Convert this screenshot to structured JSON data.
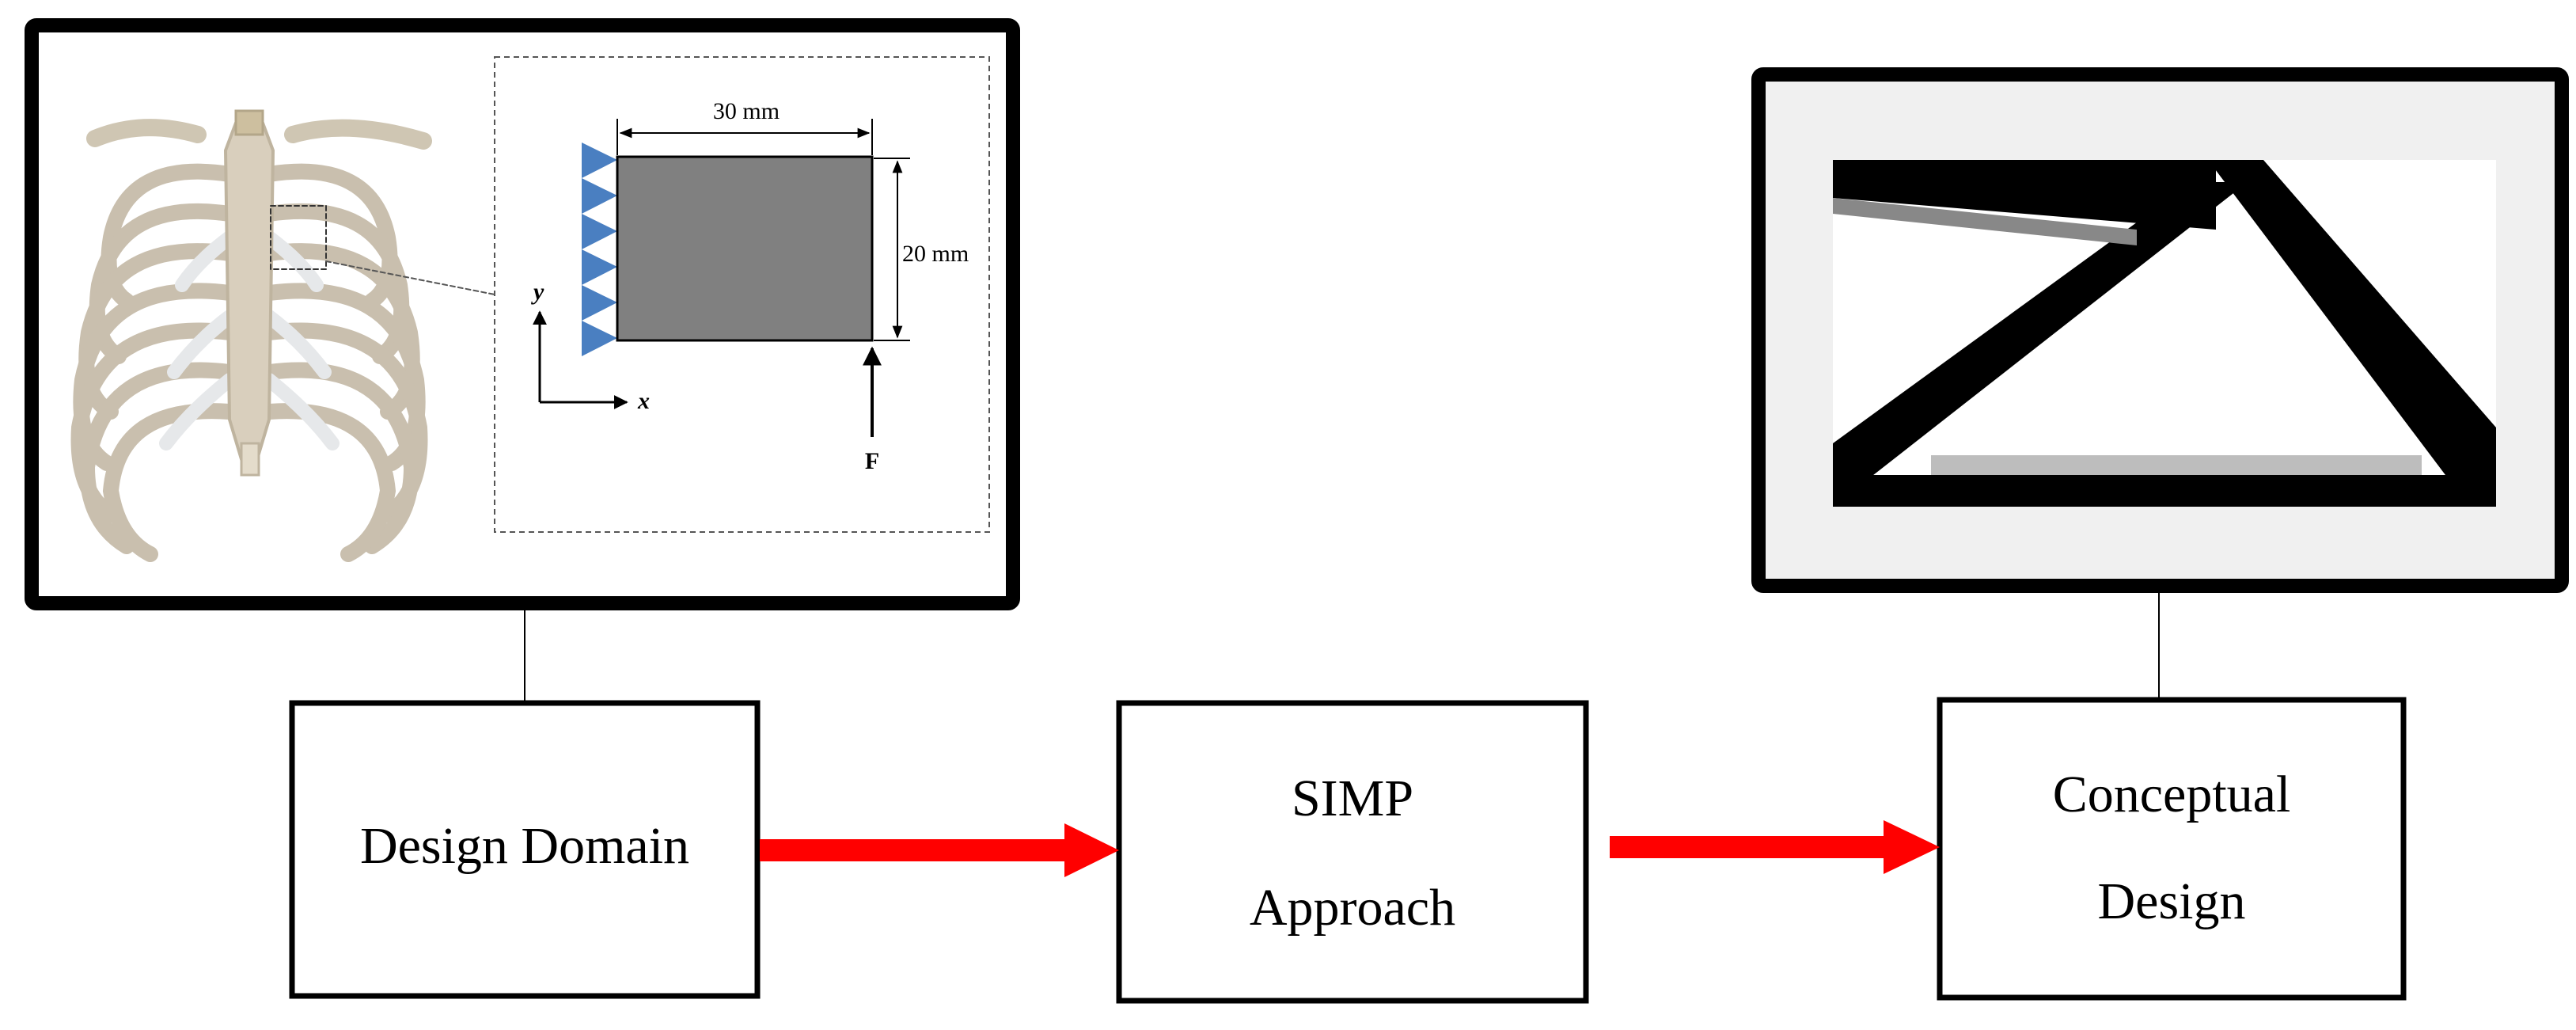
{
  "boxes": {
    "design_domain": "Design Domain",
    "simp_line1": "SIMP",
    "simp_line2": "Approach",
    "conceptual_line1": "Conceptual",
    "conceptual_line2": "Design"
  },
  "domain_figure": {
    "width_label": "30 mm",
    "height_label": "20 mm",
    "axis_y": "y",
    "axis_x": "x",
    "force_label": "F"
  },
  "colors": {
    "arrow": "#ff0000",
    "support": "#4a7fc1",
    "plate": "#808080",
    "frame": "#000000",
    "result_bg": "#f0f0f0"
  }
}
